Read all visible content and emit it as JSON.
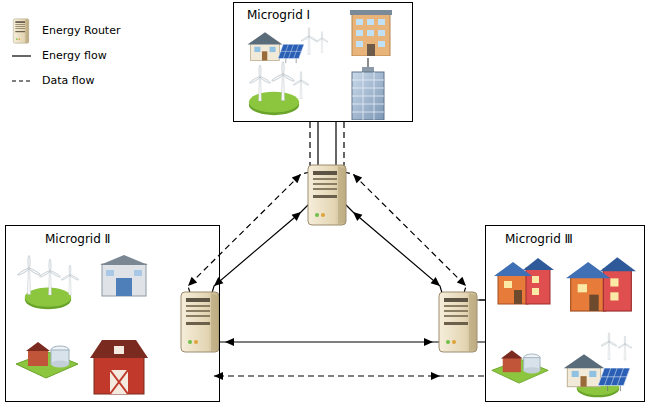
{
  "diagram": {
    "nodes": [
      {
        "text": [
          "Microgrid Ⅰ"
        ]
      },
      {
        "text": [
          "Microgrid Ⅱ"
        ]
      },
      {
        "text": [
          "Microgrid Ⅲ"
        ]
      }
    ],
    "edges": [
      {
        "from": 0,
        "to": 1,
        "arrow": "both"
      },
      {
        "from": 0,
        "to": 1,
        "arrow": "both"
      },
      {
        "from": 0,
        "to": 2,
        "arrow": "both"
      },
      {
        "from": 0,
        "to": 2,
        "arrow": "both"
      },
      {
        "from": 1,
        "to": 2,
        "arrow": "both"
      },
      {
        "from": 1,
        "to": 2,
        "arrow": "both"
      }
    ],
    "legend": [
      {
        "text": "Energy Router"
      },
      {
        "text": "Energy flow"
      },
      {
        "text": "Data flow"
      }
    ]
  }
}
